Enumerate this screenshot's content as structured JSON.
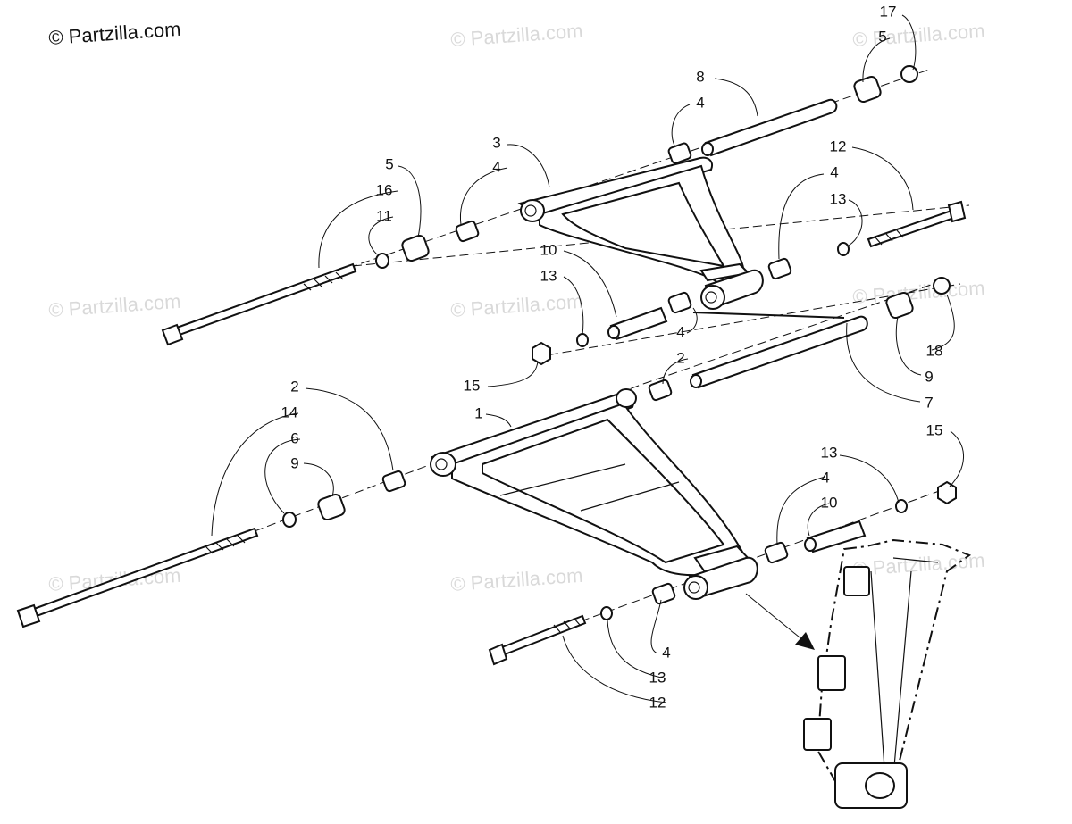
{
  "copyright": "© Partzilla.com",
  "watermark": "© Partzilla.com",
  "callouts": {
    "c1": "1",
    "c2a": "2",
    "c2b": "2",
    "c3": "3",
    "c4a": "4",
    "c4b": "4",
    "c4c": "4",
    "c4d": "4",
    "c4e": "4",
    "c4f": "4",
    "c5a": "5",
    "c5b": "5",
    "c6": "6",
    "c7": "7",
    "c8": "8",
    "c9a": "9",
    "c9b": "9",
    "c10a": "10",
    "c10b": "10",
    "c11": "11",
    "c12a": "12",
    "c12b": "12",
    "c13a": "13",
    "c13b": "13",
    "c13c": "13",
    "c13d": "13",
    "c14": "14",
    "c15a": "15",
    "c15b": "15",
    "c16": "16",
    "c17": "17",
    "c18": "18"
  }
}
